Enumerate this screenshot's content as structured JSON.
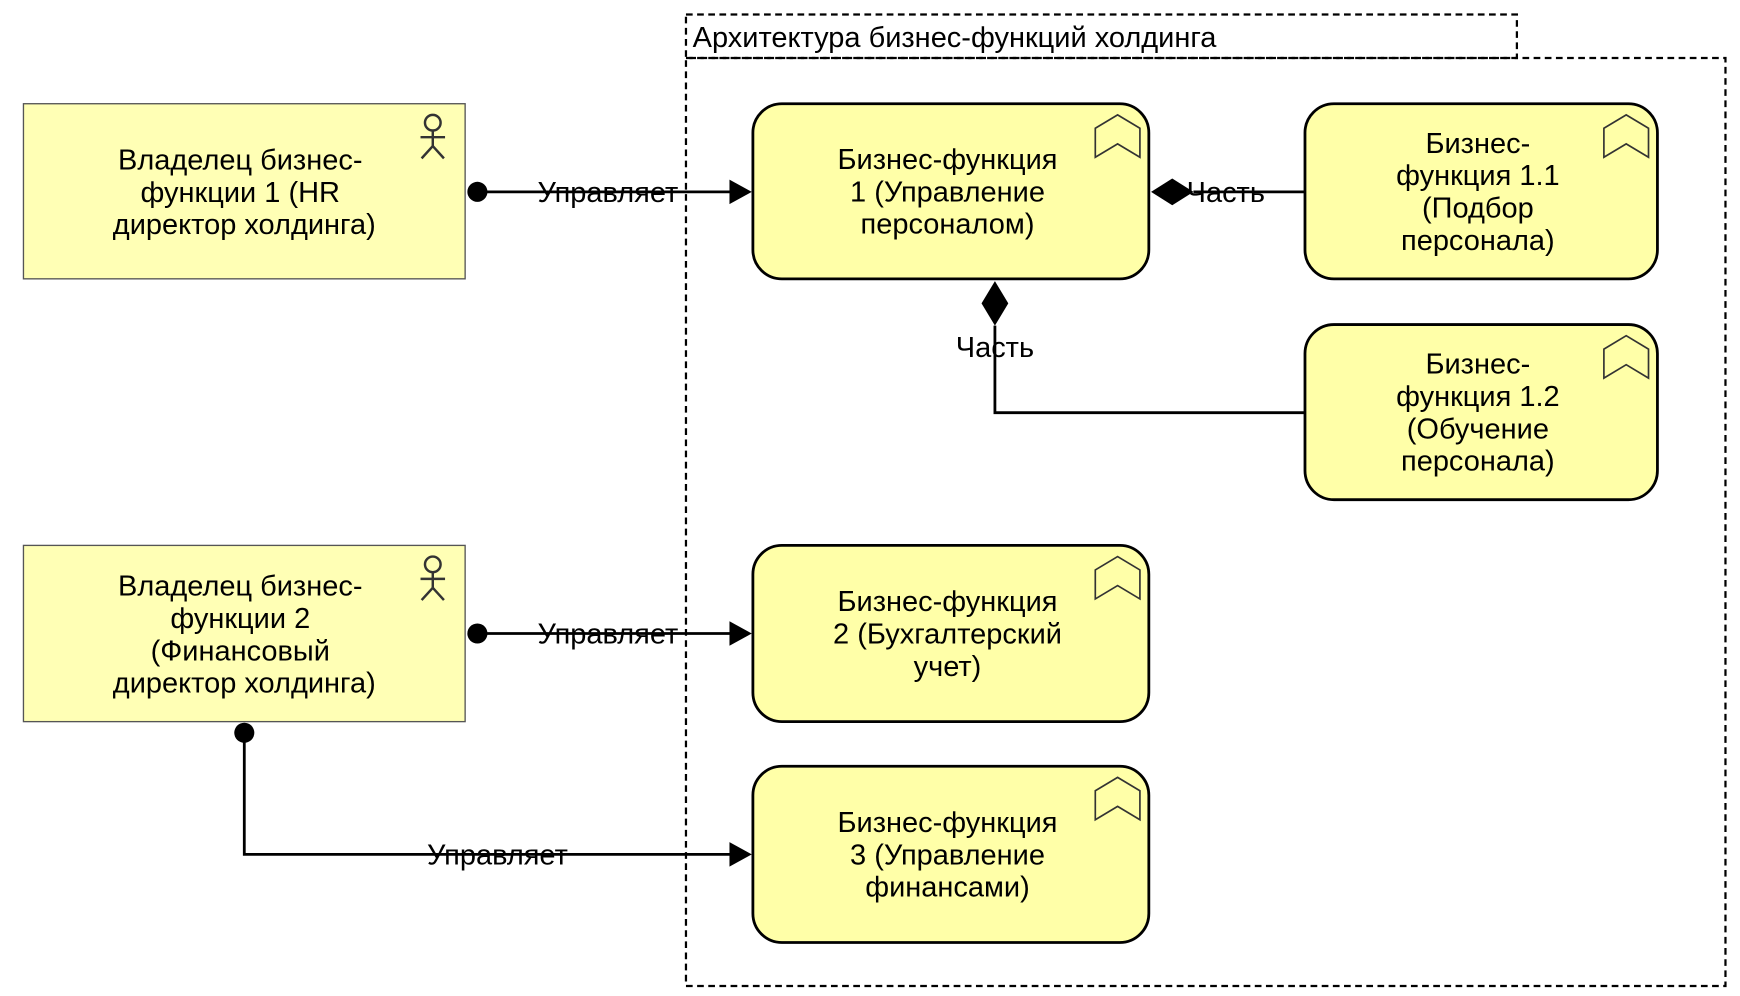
{
  "colors": {
    "actor_fill": "#ffffb5",
    "function_fill": "#ffffa8",
    "stroke": "#000000"
  },
  "group": {
    "title": "Архитектура бизнес-функций холдинга"
  },
  "actors": [
    {
      "lines": [
        "Владелец бизнес-",
        "функции 1 (HR",
        "директор холдинга)"
      ],
      "icon": "actor-icon"
    },
    {
      "lines": [
        "Владелец бизнес-",
        "функции 2",
        "(Финансовый",
        "директор холдинга)"
      ],
      "icon": "actor-icon"
    }
  ],
  "functions": [
    {
      "lines": [
        "Бизнес-функция",
        "1 (Управление",
        "персоналом)"
      ],
      "icon": "business-function-icon"
    },
    {
      "lines": [
        "Бизнес-",
        "функция 1.1",
        "(Подбор",
        "персонала)"
      ],
      "icon": "business-function-icon"
    },
    {
      "lines": [
        "Бизнес-",
        "функция 1.2",
        "(Обучение",
        "персонала)"
      ],
      "icon": "business-function-icon"
    },
    {
      "lines": [
        "Бизнес-функция",
        "2 (Бухгалтерский",
        "учет)"
      ],
      "icon": "business-function-icon"
    },
    {
      "lines": [
        "Бизнес-функция",
        "3 (Управление",
        "финансами)"
      ],
      "icon": "business-function-icon"
    }
  ],
  "relations": [
    {
      "type": "assignment",
      "label": "Управляет"
    },
    {
      "type": "assignment",
      "label": "Управляет"
    },
    {
      "type": "assignment",
      "label": "Управляет"
    },
    {
      "type": "composition",
      "label": "Часть"
    },
    {
      "type": "composition",
      "label": "Часть"
    }
  ]
}
